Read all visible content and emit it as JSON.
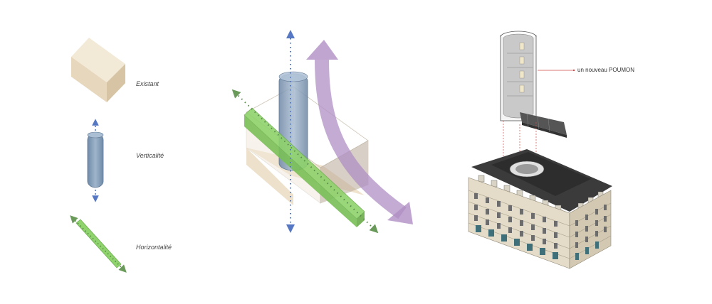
{
  "legend": {
    "existant": "Existant",
    "verticalite": "Verticalité",
    "horizontalite": "Horizontalité"
  },
  "callout": {
    "poumon": "un nouveau POUMON"
  },
  "colors": {
    "existant": "#e9dcc5",
    "vertical": "#8aa3bf",
    "vertical_arrow": "#5577c4",
    "horizontal": "#8fd36c",
    "horizontal_dots": "#5a8a4a",
    "purple_arrow": "#b08fc4",
    "callout_line": "#d04a4a"
  },
  "icons": [
    "cube-icon",
    "cylinder-icon",
    "bar-icon",
    "double-arrow-icon",
    "building-illustration"
  ]
}
